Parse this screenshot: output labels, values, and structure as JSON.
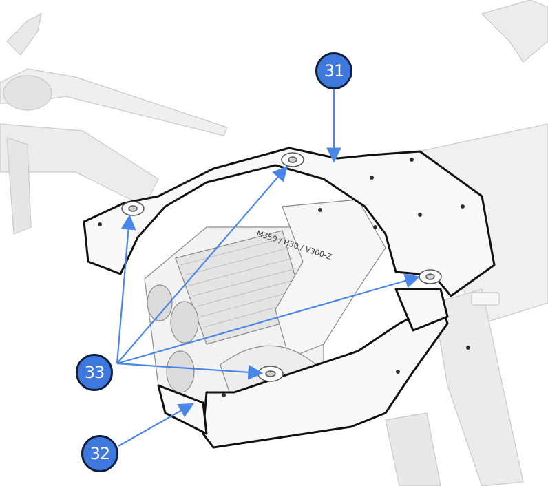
{
  "figure": {
    "model_label": "M350 / H30 / V300-Z",
    "callouts": [
      {
        "id": "callout-31",
        "label": "31"
      },
      {
        "id": "callout-32",
        "label": "32"
      },
      {
        "id": "callout-33",
        "label": "33"
      }
    ],
    "colors": {
      "callout_fill": "#3f78dd",
      "callout_border": "#0f1f3d",
      "leader_line": "#4a86e8",
      "outline": "#111111",
      "body_light": "#f4f4f4",
      "body_shade": "#d9d9d9"
    }
  }
}
